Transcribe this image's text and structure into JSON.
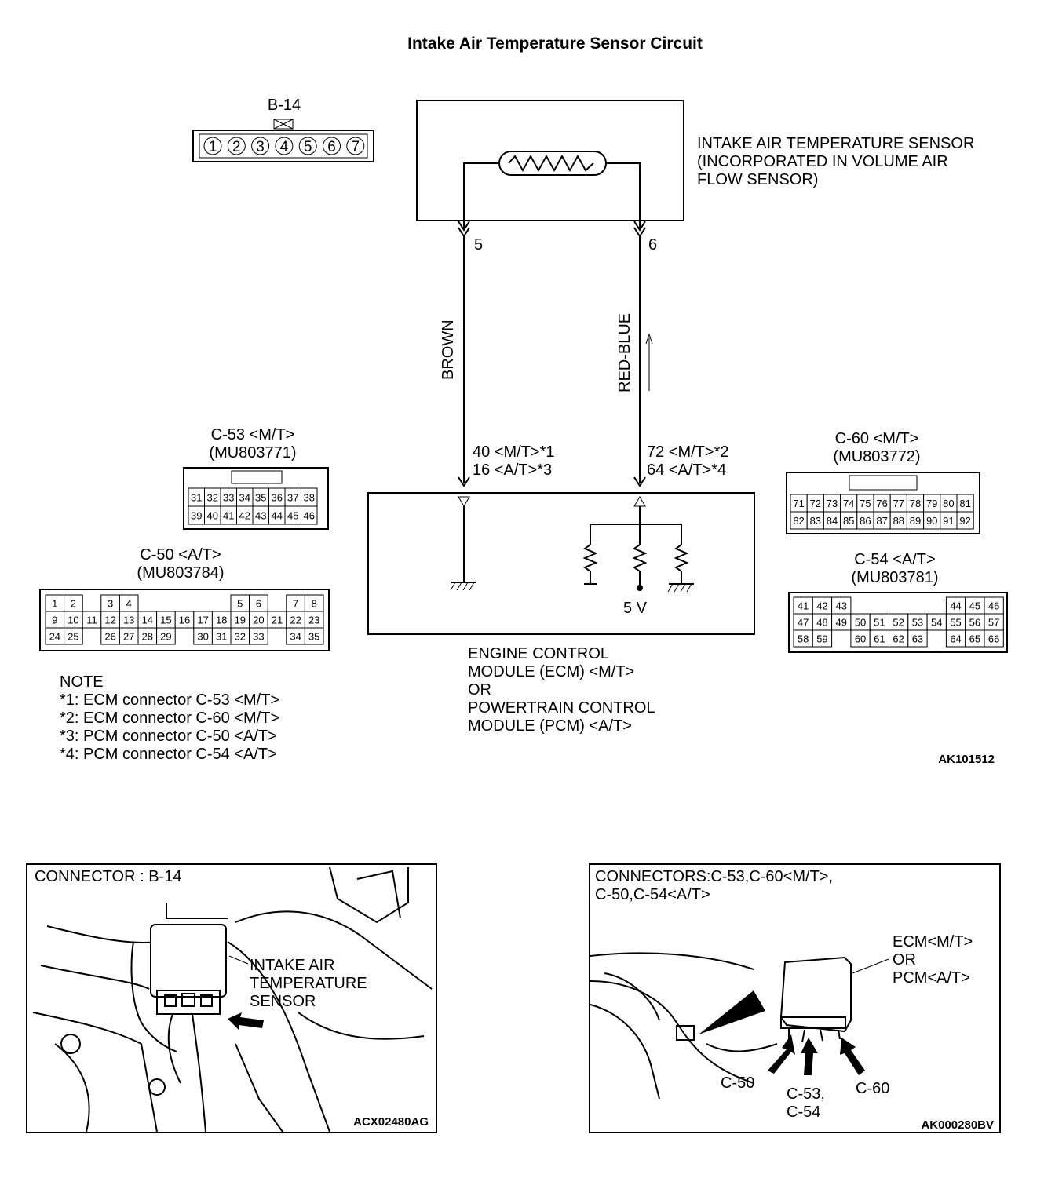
{
  "title": "Intake Air Temperature Sensor Circuit",
  "sensor_label": [
    "INTAKE AIR TEMPERATURE SENSOR",
    "(INCORPORATED IN VOLUME AIR",
    "FLOW SENSOR)"
  ],
  "b14": {
    "label": "B-14",
    "pins": [
      "1",
      "2",
      "3",
      "4",
      "5",
      "6",
      "7"
    ]
  },
  "wires": {
    "left": {
      "pin": "5",
      "color": "BROWN",
      "ecm_pins": [
        "40 <M/T>*1",
        "16 <A/T>*3"
      ]
    },
    "right": {
      "pin": "6",
      "color": "RED-BLUE",
      "ecm_pins": [
        "72 <M/T>*2",
        "64 <A/T>*4"
      ]
    }
  },
  "ecm_voltage": "5 V",
  "ecm_label": [
    "ENGINE CONTROL",
    "MODULE (ECM) <M/T>",
    "OR",
    "POWERTRAIN CONTROL",
    "MODULE (PCM) <A/T>"
  ],
  "c53": {
    "label": [
      "C-53 <M/T>",
      "(MU803771)"
    ],
    "rows": [
      [
        "31",
        "32",
        "33",
        "34",
        "35",
        "36",
        "37",
        "38"
      ],
      [
        "39",
        "40",
        "41",
        "42",
        "43",
        "44",
        "45",
        "46"
      ]
    ]
  },
  "c50": {
    "label": [
      "C-50 <A/T>",
      "(MU803784)"
    ],
    "rows": [
      [
        "1",
        "2",
        "",
        "3",
        "4",
        "",
        "",
        "",
        "",
        "",
        "5",
        "6",
        "",
        "7",
        "8"
      ],
      [
        "9",
        "10",
        "11",
        "12",
        "13",
        "14",
        "15",
        "16",
        "17",
        "18",
        "19",
        "20",
        "21",
        "22",
        "23"
      ],
      [
        "24",
        "25",
        "",
        "26",
        "27",
        "28",
        "29",
        "",
        "30",
        "31",
        "32",
        "33",
        "",
        "34",
        "35"
      ]
    ]
  },
  "c60": {
    "label": [
      "C-60 <M/T>",
      "(MU803772)"
    ],
    "rows": [
      [
        "71",
        "72",
        "73",
        "74",
        "75",
        "76",
        "77",
        "78",
        "79",
        "80",
        "81"
      ],
      [
        "82",
        "83",
        "84",
        "85",
        "86",
        "87",
        "88",
        "89",
        "90",
        "91",
        "92"
      ]
    ]
  },
  "c54": {
    "label": [
      "C-54 <A/T>",
      "(MU803781)"
    ],
    "rows": [
      [
        "41",
        "42",
        "43",
        "",
        "",
        "",
        "",
        "",
        "44",
        "45",
        "46"
      ],
      [
        "47",
        "48",
        "49",
        "50",
        "51",
        "52",
        "53",
        "54",
        "55",
        "56",
        "57"
      ],
      [
        "58",
        "59",
        "",
        "60",
        "61",
        "62",
        "63",
        "",
        "64",
        "65",
        "66"
      ]
    ]
  },
  "note": {
    "heading": "NOTE",
    "lines": [
      "*1: ECM connector C-53 <M/T>",
      "*2: ECM connector C-60 <M/T>",
      "*3: PCM connector C-50 <A/T>",
      "*4: PCM connector C-54 <A/T>"
    ]
  },
  "figure_code": "AK101512",
  "photo_left": {
    "header": "CONNECTOR : B-14",
    "callout": [
      "INTAKE AIR",
      "TEMPERATURE",
      "SENSOR"
    ],
    "code": "ACX02480AG"
  },
  "photo_right": {
    "header": [
      "CONNECTORS:C-53,C-60<M/T>,",
      "C-50,C-54<A/T>"
    ],
    "callout": [
      "ECM<M/T>",
      "OR",
      "PCM<A/T>"
    ],
    "arrows": [
      "C-50",
      "C-53,",
      "C-54",
      "C-60"
    ],
    "code": "AK000280BV"
  }
}
